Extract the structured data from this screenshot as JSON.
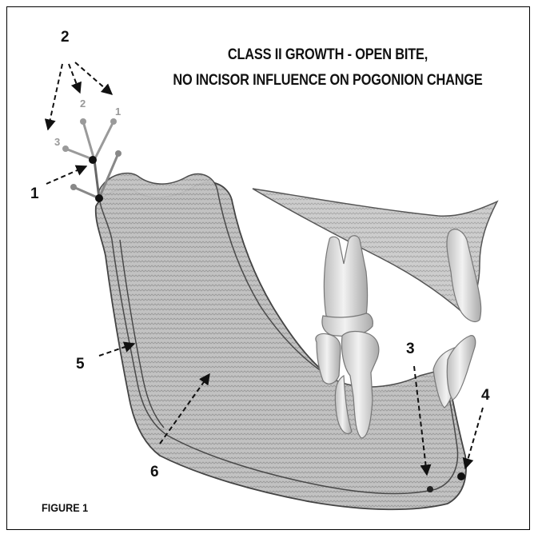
{
  "title_line1": "CLASS II  GROWTH - OPEN BITE,",
  "title_line2": "NO INCISOR INFLUENCE ON POGONION CHANGE",
  "figure_label": "FIGURE 1",
  "callouts": {
    "label_1": "1",
    "label_2": "2",
    "label_3": "3",
    "label_4": "4",
    "label_5": "5",
    "label_6": "6"
  },
  "condyle_vectors": {
    "v1": "1",
    "v2": "2",
    "v3": "3"
  },
  "colors": {
    "bone_fill": "#bdbdbd",
    "bone_stroke": "#444444",
    "tooth_fill": "#e6e6e6",
    "vector_light": "#9a9a9a",
    "vector_dark": "#555555",
    "point": "#111111"
  }
}
